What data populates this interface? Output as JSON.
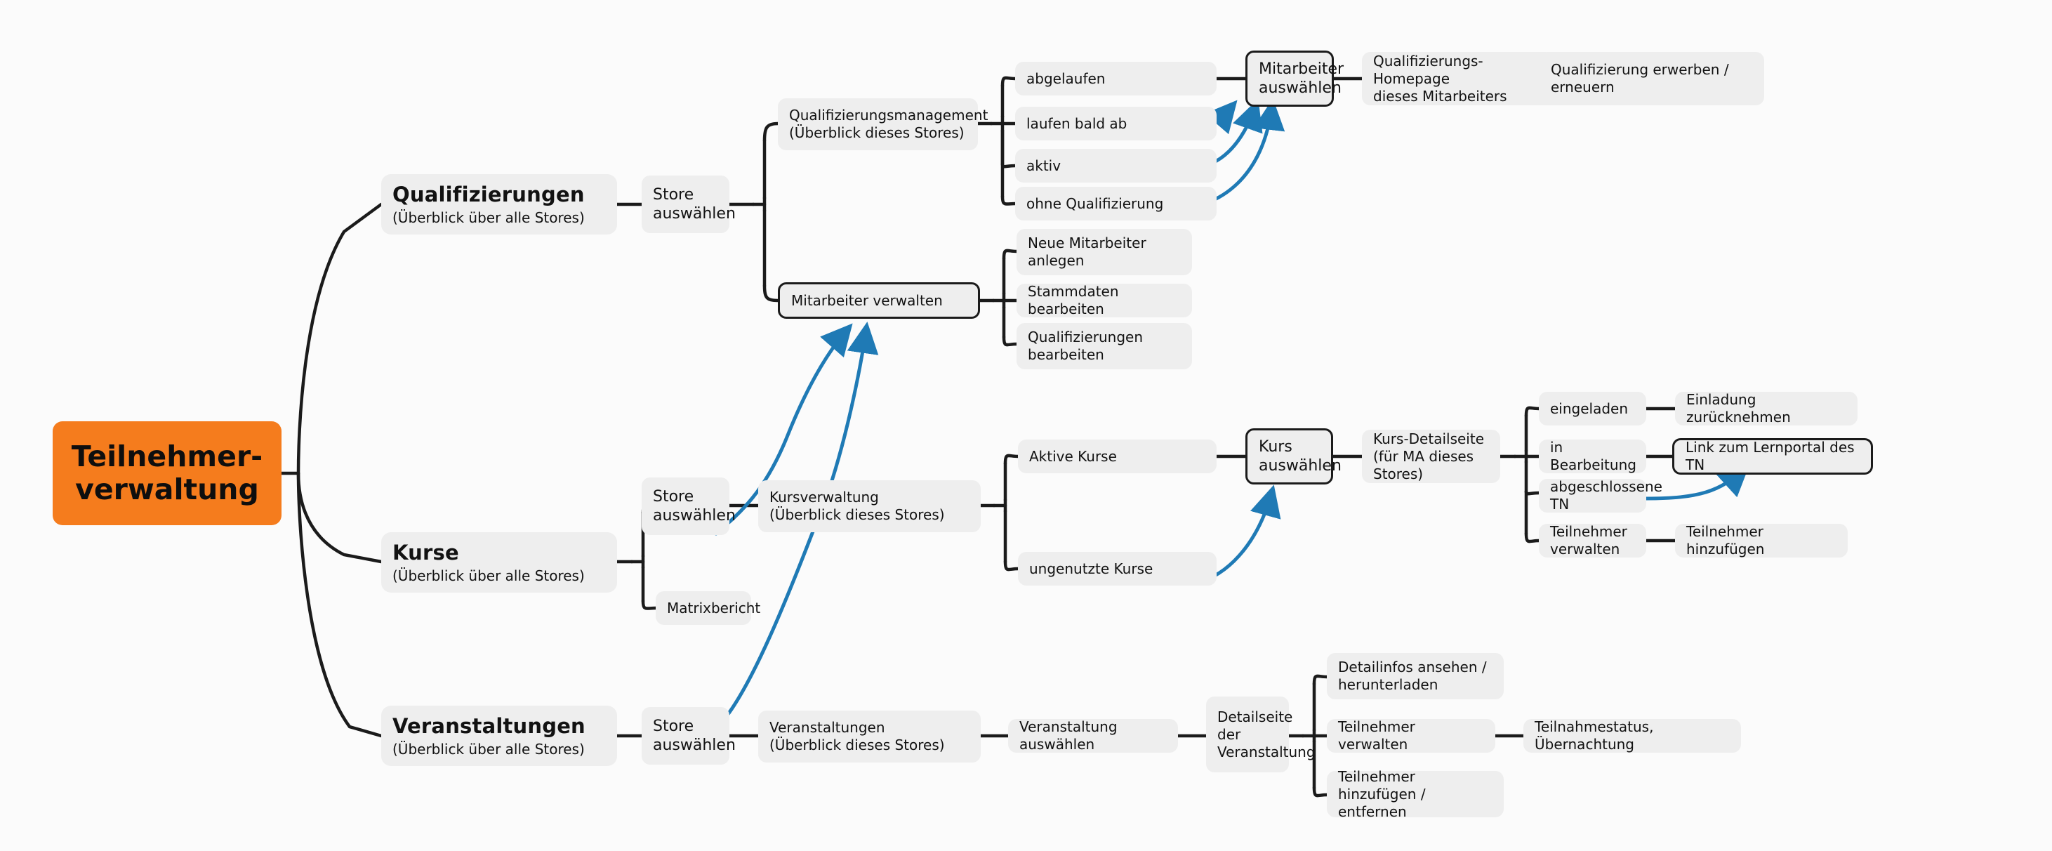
{
  "diagram": {
    "title": "Teilnehmerverwaltung",
    "background": "#fbfbfb",
    "root_color": "#f57c1d",
    "node_color": "#eeeeee",
    "link_color": "#1b1b1b",
    "crosslink_color": "#1f7ab5"
  },
  "root": {
    "line1": "Teilnehmer-",
    "line2": "verwaltung"
  },
  "branches": {
    "qualifizierungen": {
      "title": "Qualifizierungen",
      "subtitle": "(Überblick über alle Stores)",
      "store": {
        "line1": "Store",
        "line2": "auswählen"
      },
      "qualifizierungsmanagement": {
        "line1": "Qualifizierungsmanagement",
        "line2": "(Überblick dieses Stores)",
        "states": [
          "abgelaufen",
          "laufen bald ab",
          "aktiv",
          "ohne Qualifizierung"
        ]
      },
      "mitarbeiter_verwalten": {
        "label": "Mitarbeiter verwalten",
        "actions": [
          {
            "line1": "Neue Mitarbeiter",
            "line2": "anlegen"
          },
          {
            "line1": "Stammdaten bearbeiten",
            "line2": ""
          },
          {
            "line1": "Qualifizierungen",
            "line2": "bearbeiten"
          }
        ]
      },
      "mitarbeiter_auswaehlen": {
        "line1": "Mitarbeiter",
        "line2": "auswählen"
      },
      "homepage": {
        "line1": "Qualifizierungs-Homepage",
        "line2": "dieses Mitarbeiters"
      },
      "erwerben": {
        "line1": "Qualifizierung erwerben /",
        "line2": "erneuern"
      }
    },
    "kurse": {
      "title": "Kurse",
      "subtitle": "(Überblick über alle Stores)",
      "store": {
        "line1": "Store",
        "line2": "auswählen"
      },
      "matrixbericht": "Matrixbericht",
      "kursverwaltung": {
        "line1": "Kursverwaltung",
        "line2": "(Überblick dieses Stores)"
      },
      "kurs_states": [
        "Aktive Kurse",
        "ungenutzte Kurse"
      ],
      "kurs_auswaehlen": {
        "line1": "Kurs",
        "line2": "auswählen"
      },
      "detailseite": {
        "line1": "Kurs-Detailseite",
        "line2": "(für MA dieses Stores)"
      },
      "tn_states": [
        "eingeladen",
        "in Bearbeitung",
        "abgeschlossene TN",
        "Teilnehmer verwalten"
      ],
      "tn_actions": [
        "Einladung zurücknehmen",
        "Link zum Lernportal des TN",
        "Teilnehmer hinzufügen"
      ]
    },
    "veranstaltungen": {
      "title": "Veranstaltungen",
      "subtitle": "(Überblick über alle Stores)",
      "store": {
        "line1": "Store",
        "line2": "auswählen"
      },
      "uebersicht": {
        "line1": "Veranstaltungen",
        "line2": "(Überblick dieses Stores)"
      },
      "auswaehlen": "Veranstaltung auswählen",
      "detailseite": {
        "line1": "Detailseite",
        "line2": "der",
        "line3": "Veranstaltung"
      },
      "actions": [
        {
          "line1": "Detailinfos ansehen /",
          "line2": "herunterladen"
        },
        {
          "line1": "Teilnehmer verwalten",
          "line2": ""
        },
        {
          "line1": "Teilnehmer hinzufügen /",
          "line2": "entfernen"
        }
      ],
      "teilnahmestatus": "Teilnahmestatus, Übernachtung"
    }
  }
}
